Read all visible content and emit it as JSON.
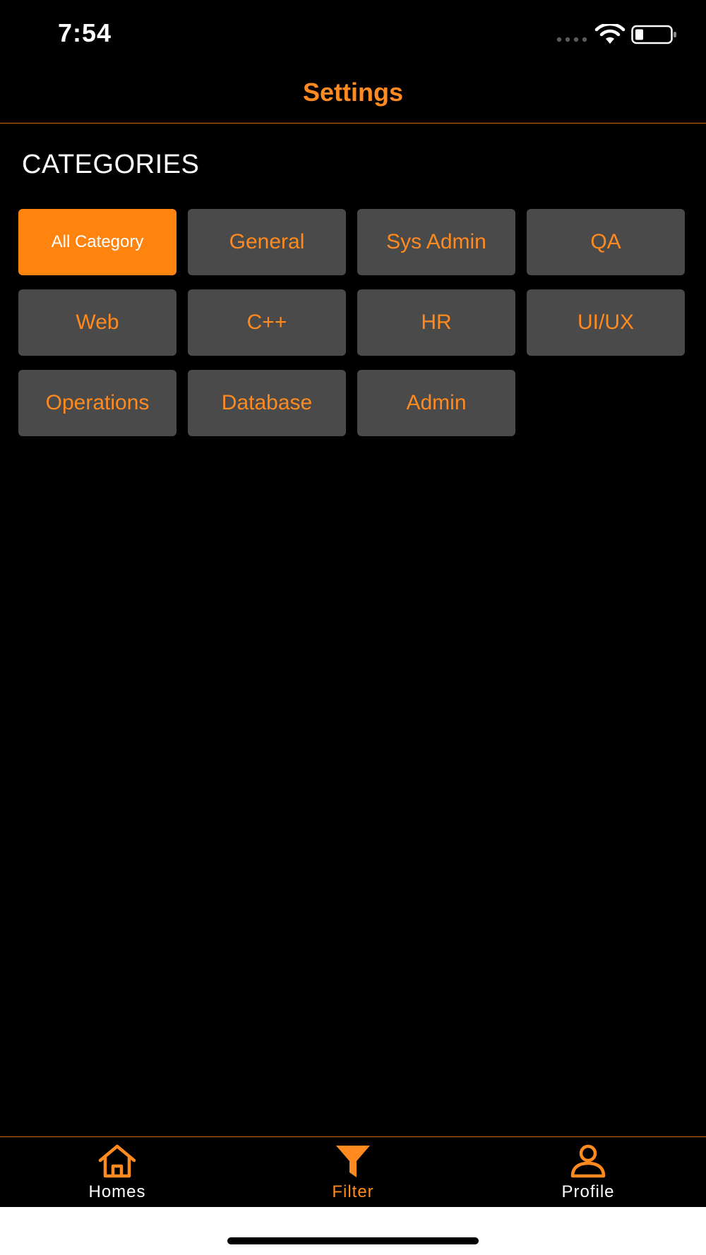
{
  "status_bar": {
    "time": "7:54"
  },
  "nav": {
    "title": "Settings"
  },
  "section": {
    "title": "CATEGORIES"
  },
  "categories": [
    {
      "label": "All Category",
      "selected": true
    },
    {
      "label": "General",
      "selected": false
    },
    {
      "label": "Sys Admin",
      "selected": false
    },
    {
      "label": "QA",
      "selected": false
    },
    {
      "label": "Web",
      "selected": false
    },
    {
      "label": "C++",
      "selected": false
    },
    {
      "label": "HR",
      "selected": false
    },
    {
      "label": "UI/UX",
      "selected": false
    },
    {
      "label": "Operations",
      "selected": false
    },
    {
      "label": "Database",
      "selected": false
    },
    {
      "label": "Admin",
      "selected": false
    }
  ],
  "tab_bar": {
    "items": [
      {
        "label": "Homes",
        "icon": "home-icon",
        "active": false
      },
      {
        "label": "Filter",
        "icon": "filter-icon",
        "active": true
      },
      {
        "label": "Profile",
        "icon": "profile-icon",
        "active": false
      }
    ]
  },
  "colors": {
    "accent": "#ff8a1f",
    "selected_chip": "#ff830f",
    "chip_background": "#4a4a4a",
    "background": "#000000"
  }
}
